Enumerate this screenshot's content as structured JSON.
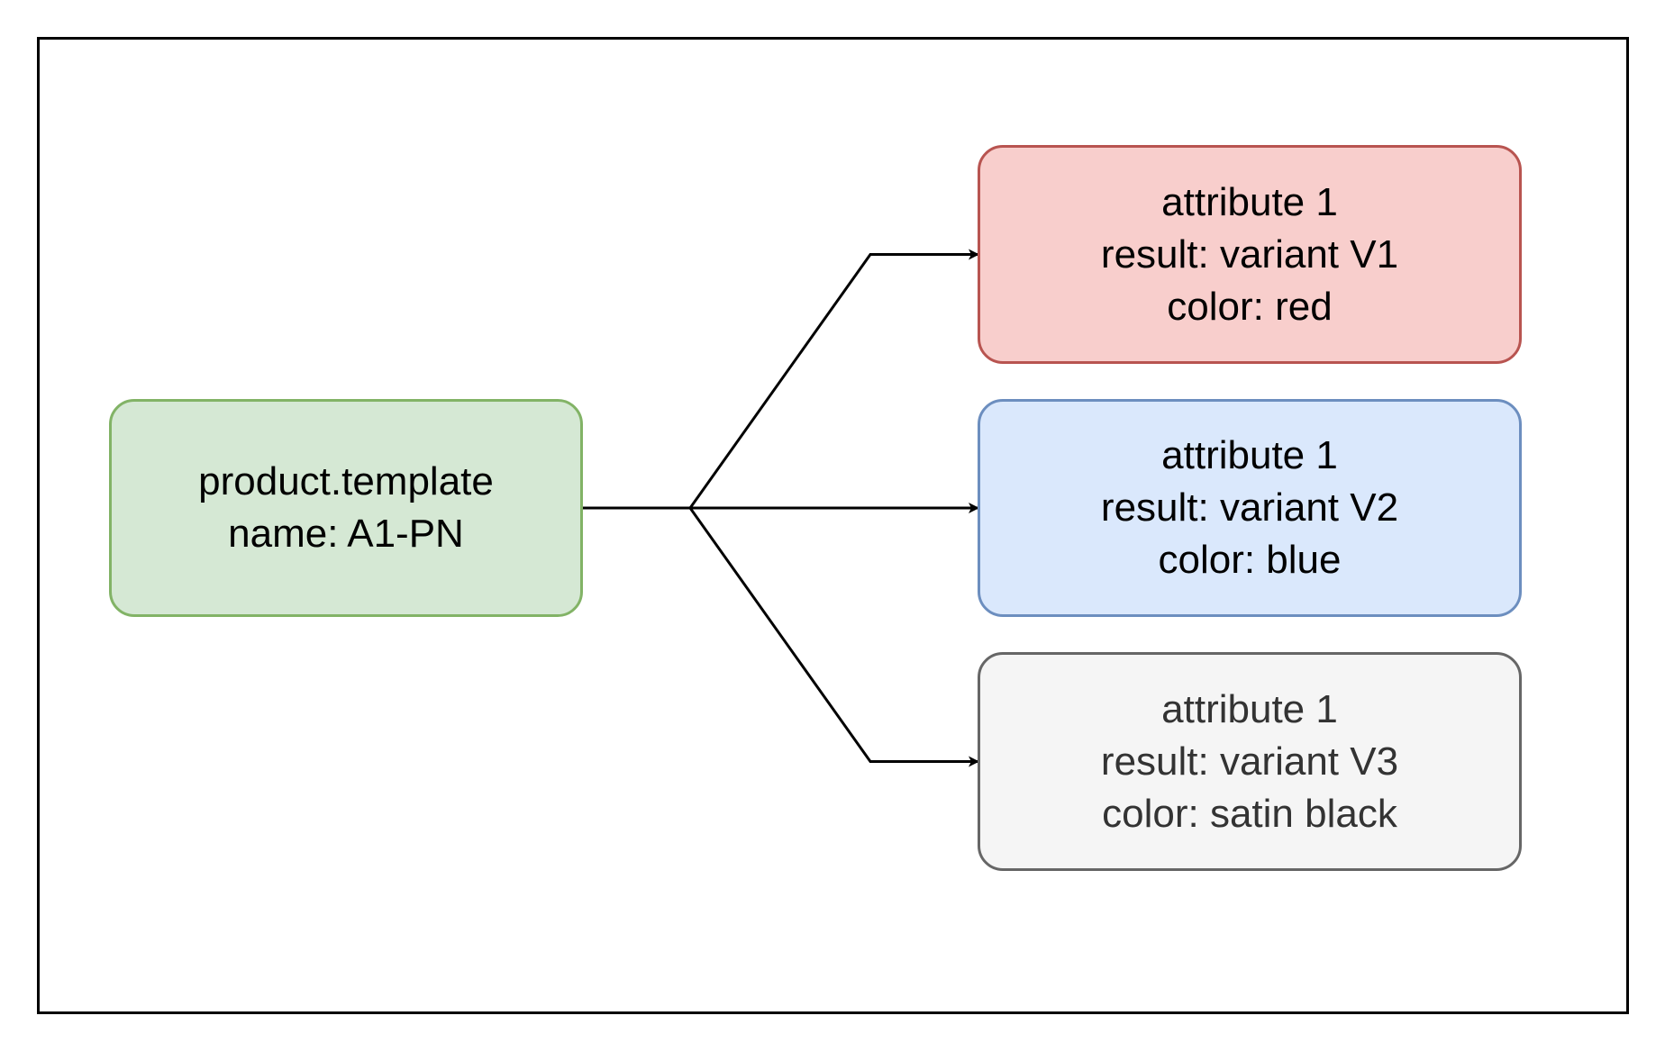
{
  "diagram": {
    "source": {
      "lines": [
        "product.template",
        "name: A1-PN"
      ],
      "fill": "#d5e8d4",
      "stroke": "#82b366",
      "text_color": "#000000"
    },
    "targets": [
      {
        "lines": [
          "attribute 1",
          "result: variant V1",
          "color: red"
        ],
        "fill": "#f8cecc",
        "stroke": "#b85450",
        "text_color": "#000000"
      },
      {
        "lines": [
          "attribute 1",
          "result: variant V2",
          "color: blue"
        ],
        "fill": "#dae8fc",
        "stroke": "#6c8ebf",
        "text_color": "#000000"
      },
      {
        "lines": [
          "attribute 1",
          "result: variant V3",
          "color: satin black"
        ],
        "fill": "#f5f5f5",
        "stroke": "#666666",
        "text_color": "#333333"
      }
    ],
    "edges": [
      {
        "from": "source",
        "to": "targets.0"
      },
      {
        "from": "source",
        "to": "targets.1"
      },
      {
        "from": "source",
        "to": "targets.2"
      }
    ],
    "edge_color": "#000000"
  }
}
